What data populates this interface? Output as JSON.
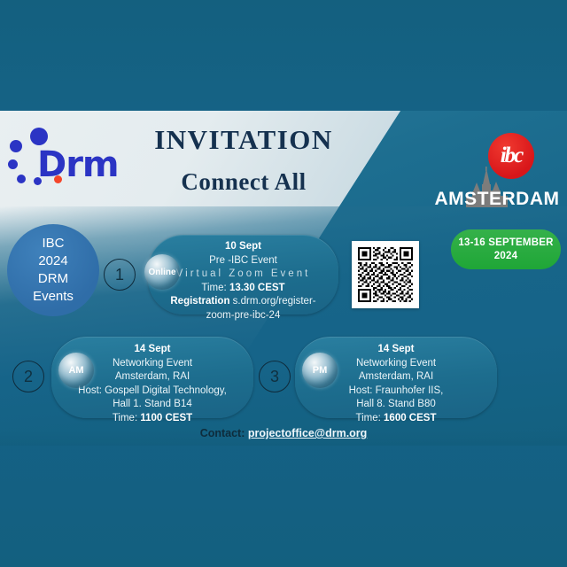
{
  "brand": {
    "logo_text": "Drm",
    "logo_name": "drm-logo",
    "accent_blue": "#2b34c4",
    "accent_red": "#f4462a"
  },
  "header": {
    "title": "INVITATION",
    "subtitle": "Connect All"
  },
  "ibc": {
    "logo_glyph": "ibc",
    "city": "AMSTERDAM",
    "dates_line1": "13-16 SEPTEMBER",
    "dates_line2": "2024",
    "badge_color": "#25a83c",
    "logo_color": "#d8161a"
  },
  "events_circle": {
    "line1": "IBC",
    "line2": "2024",
    "line3": "DRM",
    "line4": "Events"
  },
  "events": [
    {
      "number": "1",
      "badge": "Online",
      "date": "10 Sept",
      "type": "Pre -IBC Event",
      "headline": "Virtual Zoom Event",
      "time_label": "Time:",
      "time_value": "13.30 CEST",
      "registration_label": "Registration",
      "registration_url_line1": "s.drm.org/register-",
      "registration_url_line2": "zoom-pre-ibc-24"
    },
    {
      "number": "2",
      "badge": "AM",
      "date": "14 Sept",
      "type": "Networking Event",
      "venue": "Amsterdam, RAI",
      "host": "Host: Gospell Digital Technology,",
      "stand": "Hall 1. Stand B14",
      "time_label": "Time:",
      "time_value": "1100 CEST"
    },
    {
      "number": "3",
      "badge": "PM",
      "date": "14 Sept",
      "type": "Networking Event",
      "venue": "Amsterdam, RAI",
      "host": "Host: Fraunhofer IIS,",
      "stand": "Hall 8. Stand B80",
      "time_label": "Time:",
      "time_value": "1600 CEST"
    }
  ],
  "contact": {
    "label": "Contact:",
    "email": "projectoffice@drm.org"
  },
  "qr": {
    "name": "qr-code"
  }
}
